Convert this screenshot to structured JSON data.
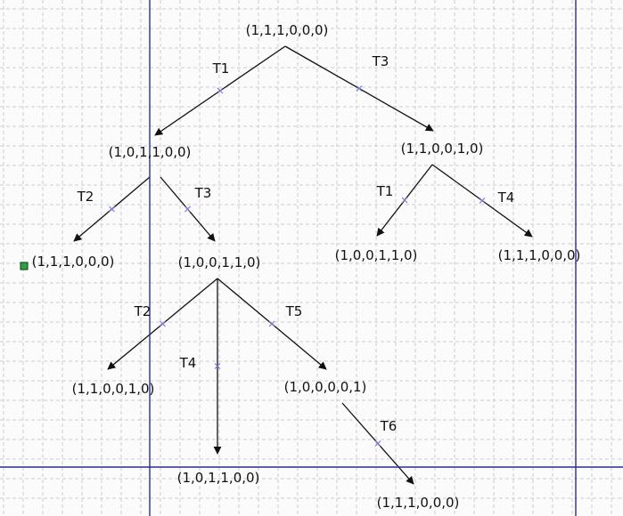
{
  "diagram": {
    "nodes": [
      {
        "id": "n0",
        "label": "(1,1,1,0,0,0)"
      },
      {
        "id": "n1",
        "label": "(1,0,1,1,0,0)"
      },
      {
        "id": "n2",
        "label": "(1,1,0,0,1,0)"
      },
      {
        "id": "n3",
        "label": "(1,1,1,0,0,0)"
      },
      {
        "id": "n4",
        "label": "(1,0,0,1,1,0)"
      },
      {
        "id": "n5",
        "label": "(1,0,0,1,1,0)"
      },
      {
        "id": "n6",
        "label": "(1,1,1,0,0,0)"
      },
      {
        "id": "n7",
        "label": "(1,1,0,0,1,0)"
      },
      {
        "id": "n8",
        "label": "(1,0,0,0,0,1)"
      },
      {
        "id": "n9",
        "label": "(1,0,1,1,0,0)"
      },
      {
        "id": "n10",
        "label": "(1,1,1,0,0,0)"
      }
    ],
    "edges": [
      {
        "id": "e1",
        "from": "n0",
        "to": "n1",
        "label": "T1"
      },
      {
        "id": "e2",
        "from": "n0",
        "to": "n2",
        "label": "T3"
      },
      {
        "id": "e3",
        "from": "n1",
        "to": "n3",
        "label": "T2"
      },
      {
        "id": "e4",
        "from": "n1",
        "to": "n4",
        "label": "T3"
      },
      {
        "id": "e5",
        "from": "n2",
        "to": "n5",
        "label": "T1"
      },
      {
        "id": "e6",
        "from": "n2",
        "to": "n6",
        "label": "T4"
      },
      {
        "id": "e7",
        "from": "n4",
        "to": "n7",
        "label": "T2"
      },
      {
        "id": "e8",
        "from": "n4",
        "to": "n9",
        "label": "T4"
      },
      {
        "id": "e9",
        "from": "n4",
        "to": "n8",
        "label": "T5"
      },
      {
        "id": "e10",
        "from": "n8",
        "to": "n10",
        "label": "T6"
      }
    ]
  },
  "colors": {
    "background": "#fbfbfb",
    "grid_line": "#c9ccd6",
    "frame_line": "#2b2d8f",
    "edge_line": "#111111",
    "midpoint_marker": "#7a7ad6",
    "handle_fill": "#2f9e44",
    "handle_stroke": "#0b3d14"
  }
}
